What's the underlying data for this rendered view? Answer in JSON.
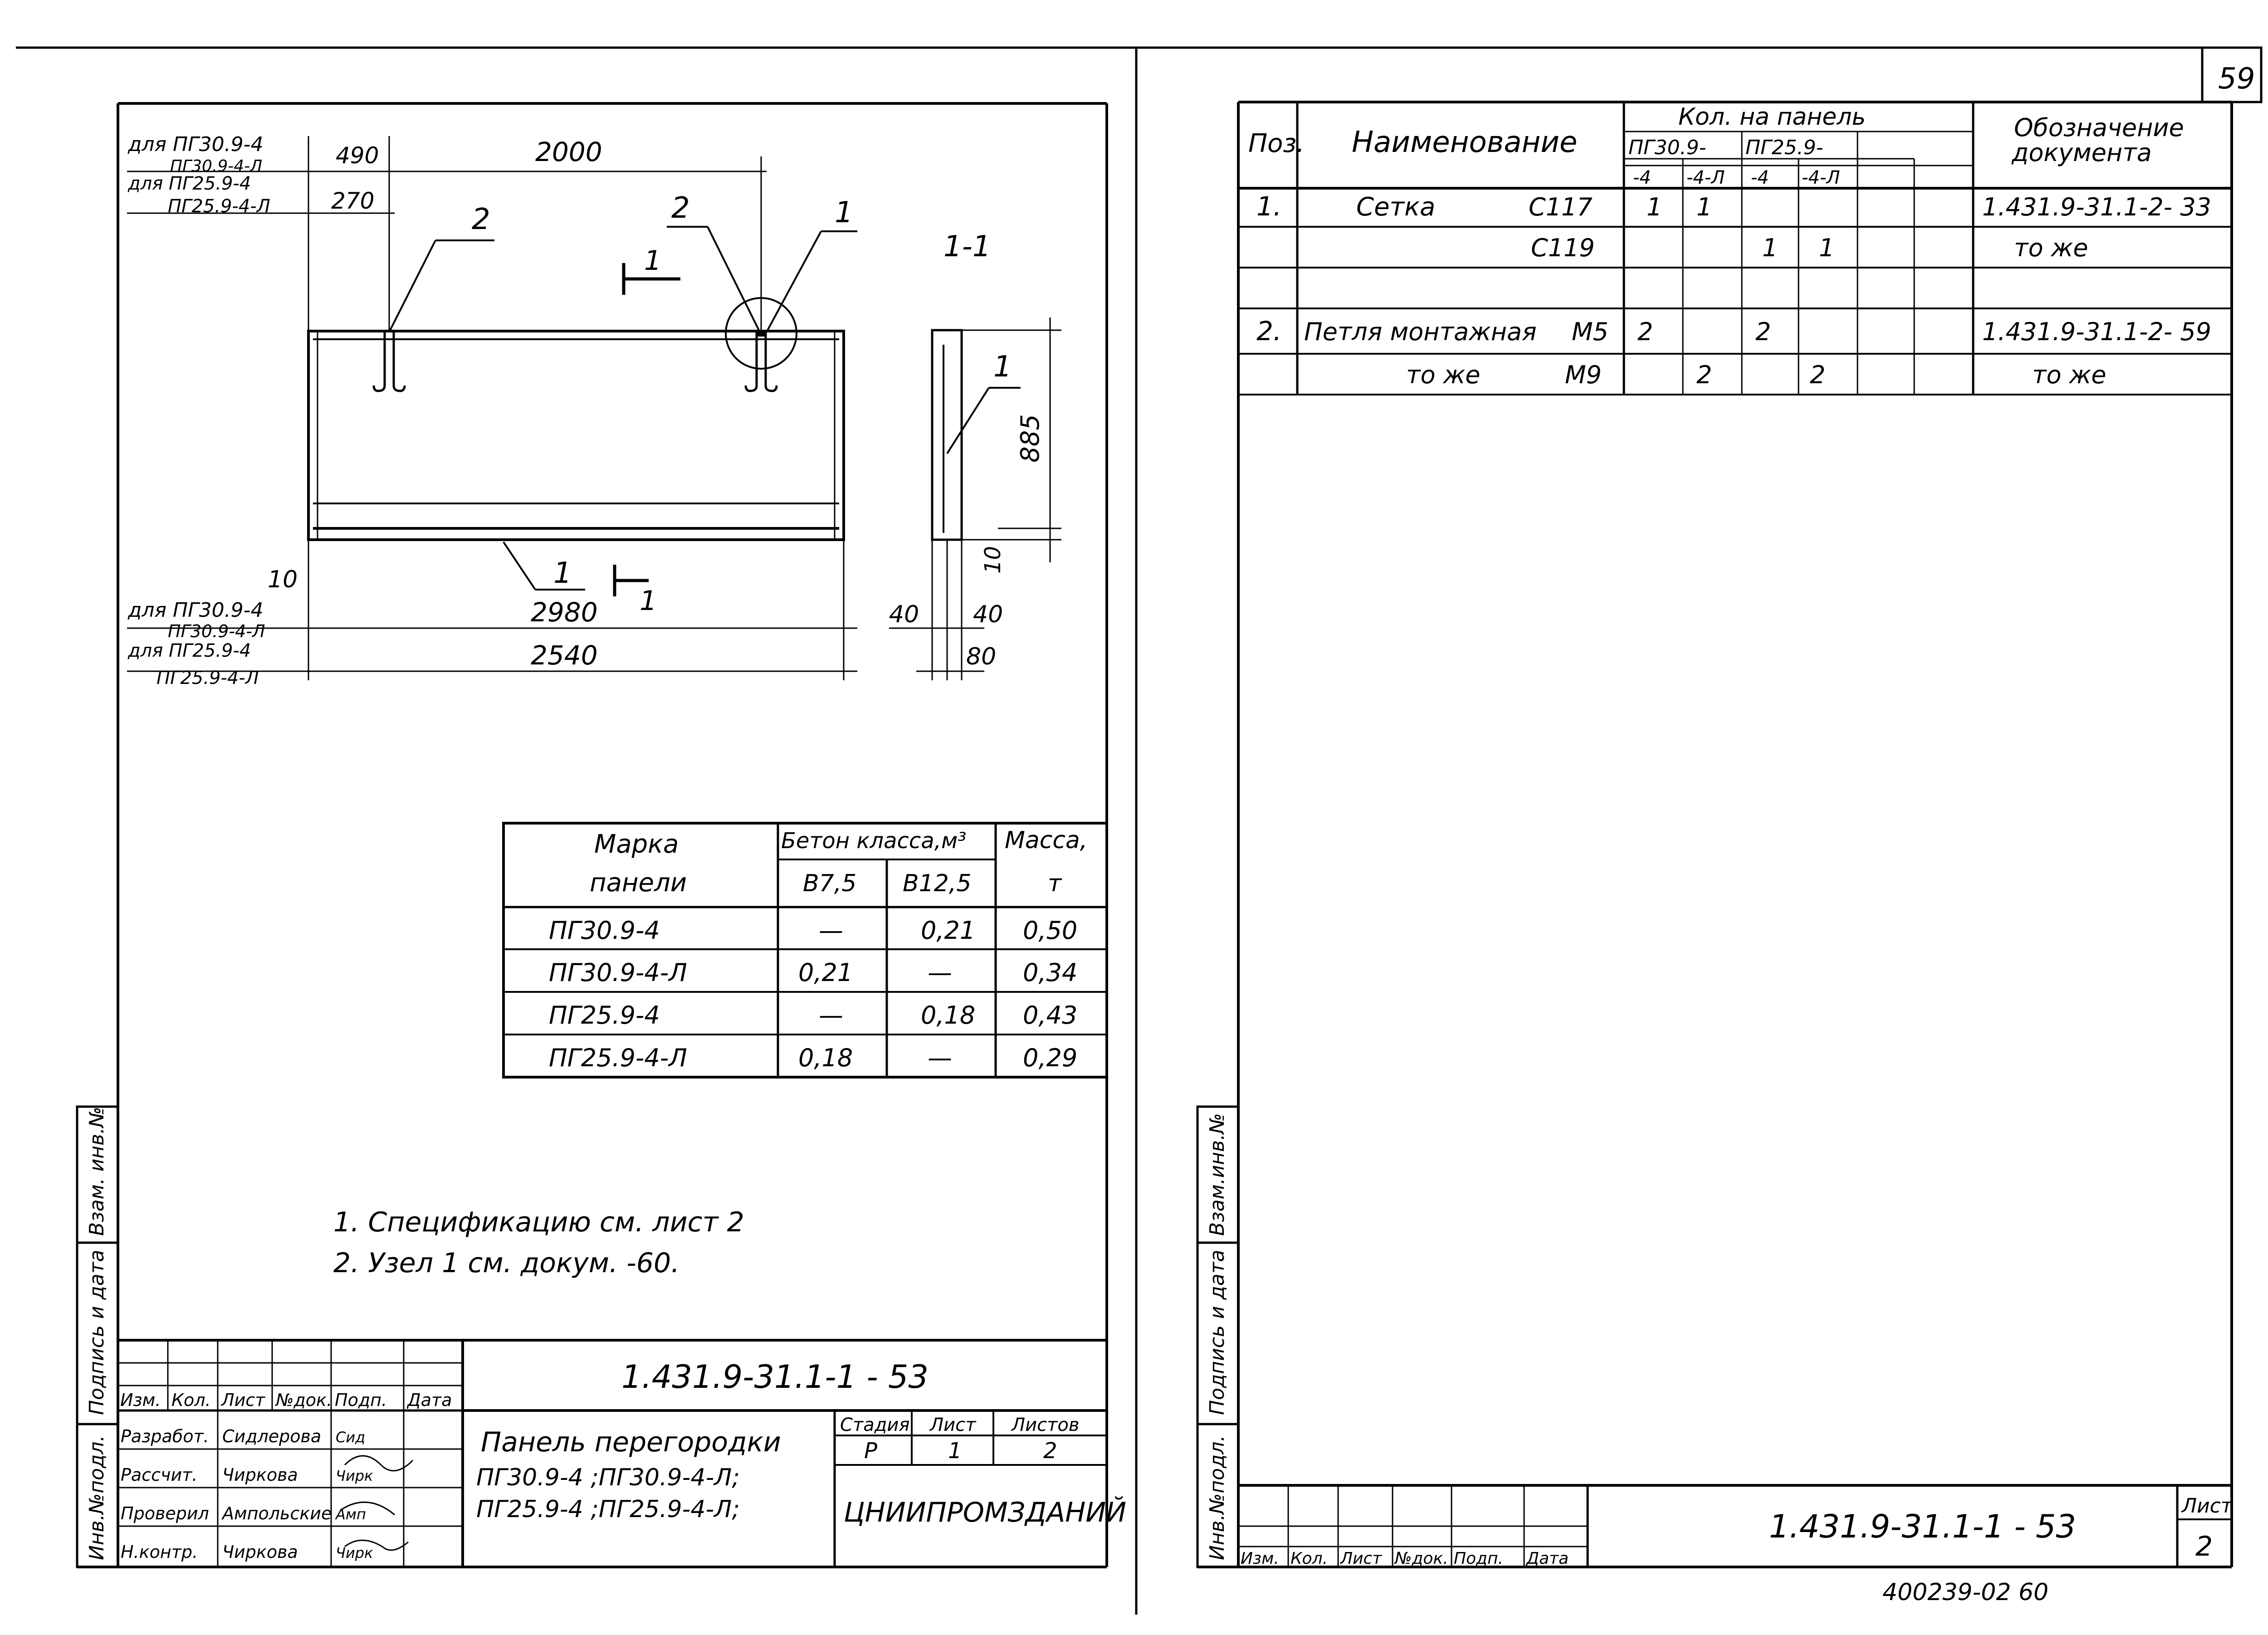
{
  "page_number": "59",
  "footer_code": "400239-02  60",
  "left_sheet": {
    "drawing": {
      "dim_labels": {
        "for_pg30": "для ПГ30.9-4",
        "pg30_l": "ПГ30.9-4-Л",
        "for_pg25": "для ПГ25.9-4",
        "pg25_l": "ПГ25.9-4-Л",
        "d490": "490",
        "d2000": "2000",
        "d270": "270",
        "callout_2a": "2",
        "callout_2b": "2",
        "callout_1": "1",
        "section_title": "1-1",
        "section_mark_top": "1",
        "section_mark_bottom": "1",
        "callout_1_bottom": "1",
        "d10_left": "10",
        "d2980": "2980",
        "d2540": "2540",
        "bottom_for_pg30": "для ПГ30.9-4",
        "bottom_pg30_l": "ПГ30.9-4-Л",
        "bottom_for_pg25": "для ПГ25.9-4",
        "bottom_pg25_l": "ПГ25.9-4-Л",
        "s_885": "885",
        "s_10": "10",
        "s_40a": "40",
        "s_40b": "40",
        "s_80": "80",
        "s_callout_1": "1"
      }
    },
    "mass_table": {
      "h_marka": "Марка",
      "h_paneli": "панели",
      "h_beton": "Бетон класса,м³",
      "h_b75": "В7,5",
      "h_b125": "В12,5",
      "h_massa": "Масса,",
      "h_t": "т",
      "rows": [
        {
          "marka": "ПГ30.9-4",
          "b75": "—",
          "b125": "0,21",
          "mass": "0,50"
        },
        {
          "marka": "ПГ30.9-4-Л",
          "b75": "0,21",
          "b125": "—",
          "mass": "0,34"
        },
        {
          "marka": "ПГ25.9-4",
          "b75": "—",
          "b125": "0,18",
          "mass": "0,43"
        },
        {
          "marka": "ПГ25.9-4-Л",
          "b75": "0,18",
          "b125": "—",
          "mass": "0,29"
        }
      ]
    },
    "notes": [
      "1. Спецификацию см. лист 2",
      "2. Узел 1 см. докум. -60."
    ],
    "side_stamp": [
      "Инв.№подл.",
      "Подпись и дата",
      "Взам. инв.№"
    ],
    "title_block": {
      "doc_code": "1.431.9-31.1-1 - 53",
      "col_headers": [
        "Изм.",
        "Кол.",
        "Лист",
        "№док.",
        "Подп.",
        "Дата"
      ],
      "roles": [
        "Разработ.",
        "Рассчит.",
        "Проверил",
        "Н.контр."
      ],
      "names": [
        "Сидлерова",
        "Чиркова",
        "Ампольские",
        "Чиркова"
      ],
      "signatures": [
        "Сид",
        "Чирк",
        "Амп",
        "Чирк"
      ],
      "title_line1": "Панель перегородки",
      "title_line2": "ПГ30.9-4 ;ПГ30.9-4-Л;",
      "title_line3": "ПГ25.9-4 ;ПГ25.9-4-Л;",
      "stage_h": "Стадия",
      "sheet_h": "Лист",
      "sheets_h": "Листов",
      "stage": "Р",
      "sheet": "1",
      "sheets": "2",
      "org": "ЦНИИПРОМЗДАНИЙ"
    }
  },
  "right_sheet": {
    "spec": {
      "h_poz": "Поз.",
      "h_name": "Наименование",
      "h_qty": "Кол. на панель",
      "h_pg30": "ПГ30.9-",
      "h_pg25": "ПГ25.9-",
      "h_sub": [
        "-4",
        "-4-Л",
        "-4",
        "-4-Л"
      ],
      "h_doc1": "Обозначение",
      "h_doc2": "документа",
      "rows": [
        {
          "poz": "1.",
          "name": "Сетка",
          "mark": "С117",
          "q": [
            "1",
            "1",
            "",
            ""
          ],
          "doc": "1.431.9-31.1-2- 33"
        },
        {
          "poz": "",
          "name": "",
          "mark": "С119",
          "q": [
            "",
            "",
            "1",
            "1"
          ],
          "doc": "то же"
        },
        {
          "poz": "",
          "name": "",
          "mark": "",
          "q": [
            "",
            "",
            "",
            ""
          ],
          "doc": ""
        },
        {
          "poz": "2.",
          "name": "Петля монтажная",
          "mark": "М5",
          "q": [
            "2",
            "",
            "2",
            ""
          ],
          "doc": "1.431.9-31.1-2- 59"
        },
        {
          "poz": "",
          "name": "то же",
          "mark": "М9",
          "q": [
            "",
            "2",
            "",
            "2"
          ],
          "doc": "то же"
        }
      ]
    },
    "side_stamp": [
      "Инв.№подл.",
      "Подпись и дата",
      "Взам.инв.№"
    ],
    "title_block": {
      "doc_code": "1.431.9-31.1-1 - 53",
      "col_headers": [
        "Изм.",
        "Кол.",
        "Лист",
        "№док.",
        "Подп.",
        "Дата"
      ],
      "sheet_h": "Лист",
      "sheet": "2"
    }
  }
}
